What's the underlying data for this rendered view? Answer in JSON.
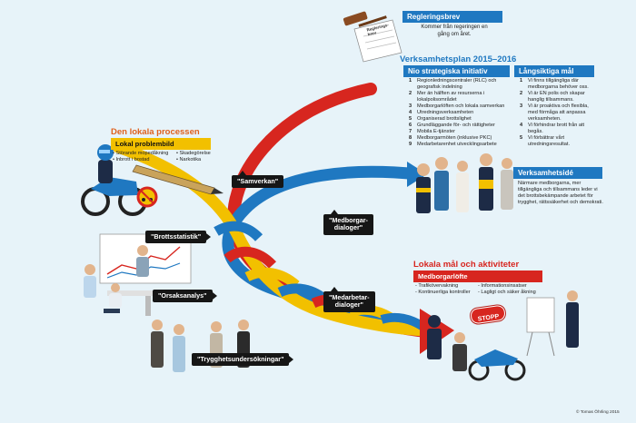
{
  "regleringsbrev": {
    "title": "Regleringsbrev",
    "text": "Kommer från regeringen en gång om året.",
    "doc_label": "Reglerings-brev"
  },
  "verksamhetsplan": {
    "title": "Verksamhetsplan 2015–2016",
    "strategic": {
      "title": "Nio strategiska initiativ",
      "items": [
        "Regionledningscentraler (RLC) och geografisk indelning",
        "Mer än hälften av resurserna i lokalpolisområdet",
        "Medborgarlöften och lokala samverkan",
        "Utredningsverksamheten",
        "Organiserad brottslighet",
        "Grundläggande för- och rättigheter",
        "Mobila E-tjänster",
        "Medborgarmöten (inklusive PKC)",
        "Medarbetarenhet utvecklingsarbete"
      ]
    },
    "longterm": {
      "title": "Långsiktiga mål",
      "items": [
        "Vi finns tillgängliga där medborgarna behöver oss.",
        "Vi är EN polis och skapar hanglig tillsammans.",
        "Vi är proaktiva och flexibla, med förmåga att anpassa verksamheten.",
        "Vi förhindrar brott från att begås.",
        "Vi förbättrar vårt utredningsresultat."
      ]
    }
  },
  "verksamhetside": {
    "title": "Verksamhetsidé",
    "text": "Närmare medborgarna, mer tillgängliga och tillsammans leder vi det brottsbekämpande arbetet för trygghet, rättssäkerhet och demokrati."
  },
  "lokala_processen": {
    "title": "Den lokala processen",
    "bar": "Lokal problembild",
    "col1": [
      "Störande mopedåkning",
      "Inbrott i bostad"
    ],
    "col2": [
      "Skadegörelse",
      "Narkotika"
    ]
  },
  "lokala_mal": {
    "title": "Lokala mål och aktiviteter",
    "bar": "Medborgarlöfte",
    "col1": [
      "Trafikövervakning",
      "Kontinuerliga kontroller"
    ],
    "col2": [
      "Informationsinsatser",
      "Lagligt och säker åkning"
    ]
  },
  "bubbles": {
    "samverkan": "\"Samverkan\"",
    "brottsstatistik": "\"Brottsstatistik\"",
    "orsaksanalys": "\"Orsaksanalys\"",
    "medborgardialoger": "\"Medborgar-\ndialoger\"",
    "medarbetardialoger": "\"Medarbetar-\ndialoger\"",
    "trygghetsundersokningar": "\"Trygghetsundersökningar\""
  },
  "stopp_sign": "STOPP",
  "credit": "© Tomas Öhrling 2015",
  "colors": {
    "red": "#d7261f",
    "blue": "#1f78c1",
    "yellow": "#f2c000",
    "orange": "#e0611e",
    "background": "#e7f3f9"
  }
}
